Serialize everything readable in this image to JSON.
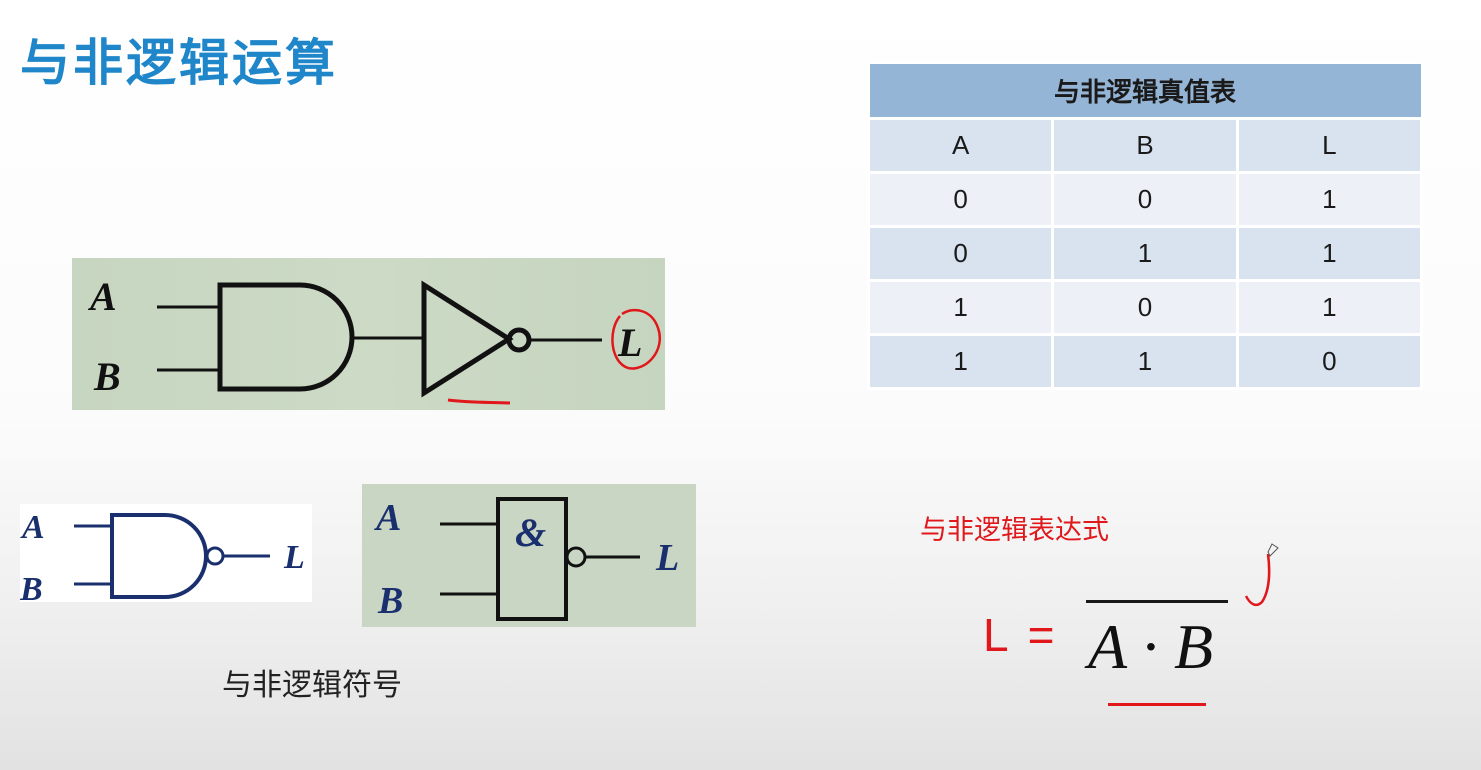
{
  "title": "与非逻辑运算",
  "truth_table": {
    "caption": "与非逻辑真值表",
    "headers": [
      "A",
      "B",
      "L"
    ],
    "rows": [
      [
        "0",
        "0",
        "1"
      ],
      [
        "0",
        "1",
        "1"
      ],
      [
        "1",
        "0",
        "1"
      ],
      [
        "1",
        "1",
        "0"
      ]
    ]
  },
  "gate_diagram": {
    "input_a": "A",
    "input_b": "B",
    "output": "L"
  },
  "symbols": {
    "us_input_a": "A",
    "us_input_b": "B",
    "us_output": "L",
    "iec_input_a": "A",
    "iec_input_b": "B",
    "iec_output": "L",
    "iec_operator": "&",
    "caption": "与非逻辑符号"
  },
  "expression": {
    "heading": "与非逻辑表达式",
    "lhs": "L =",
    "rhs": "A · B"
  },
  "colors": {
    "title": "#1e86c9",
    "annotation_red": "#e0181c",
    "table_header": "#95b5d6",
    "gate_stroke": "#111111",
    "symbol_navy": "#1a2f6e"
  }
}
